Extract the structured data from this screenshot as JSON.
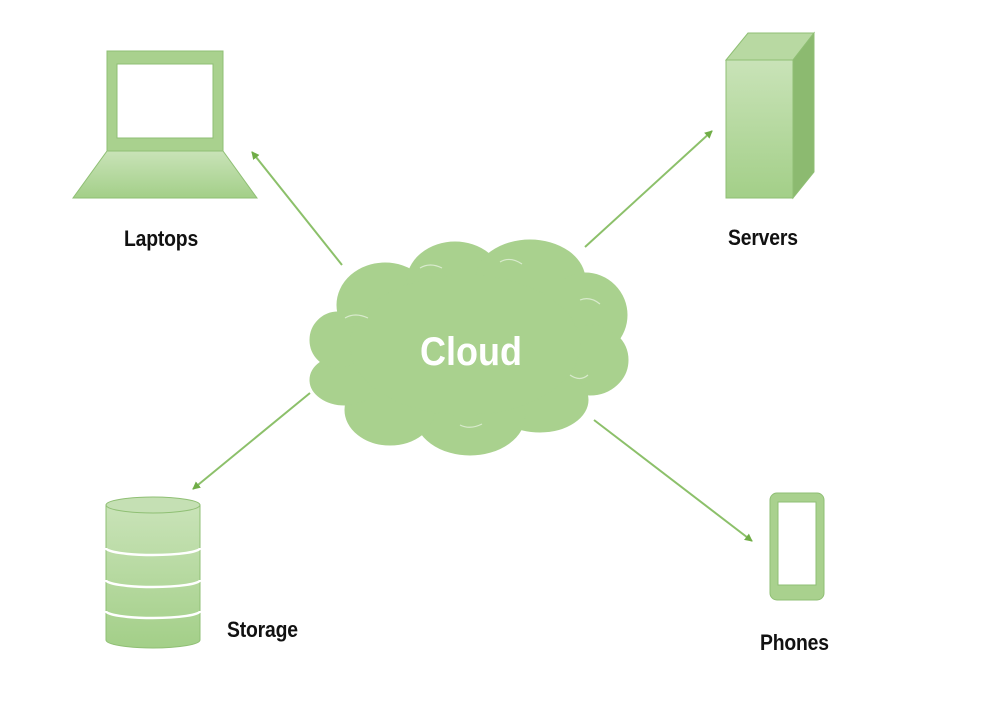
{
  "diagram": {
    "center": {
      "label": "Cloud"
    },
    "nodes": [
      {
        "id": "laptops",
        "label": "Laptops"
      },
      {
        "id": "servers",
        "label": "Servers"
      },
      {
        "id": "storage",
        "label": "Storage"
      },
      {
        "id": "phones",
        "label": "Phones"
      }
    ]
  },
  "colors": {
    "fill": "#a9d18e",
    "fill_light": "#c5e0b4",
    "fill_dark": "#8fbf74",
    "stroke": "#7fb35e",
    "arrow": "#70ad47",
    "label_text": "#111111",
    "cloud_text": "#ffffff"
  },
  "icons": {
    "laptops": "laptop-icon",
    "servers": "server-tower-icon",
    "storage": "database-icon",
    "phones": "smartphone-icon",
    "center": "cloud-shape"
  }
}
